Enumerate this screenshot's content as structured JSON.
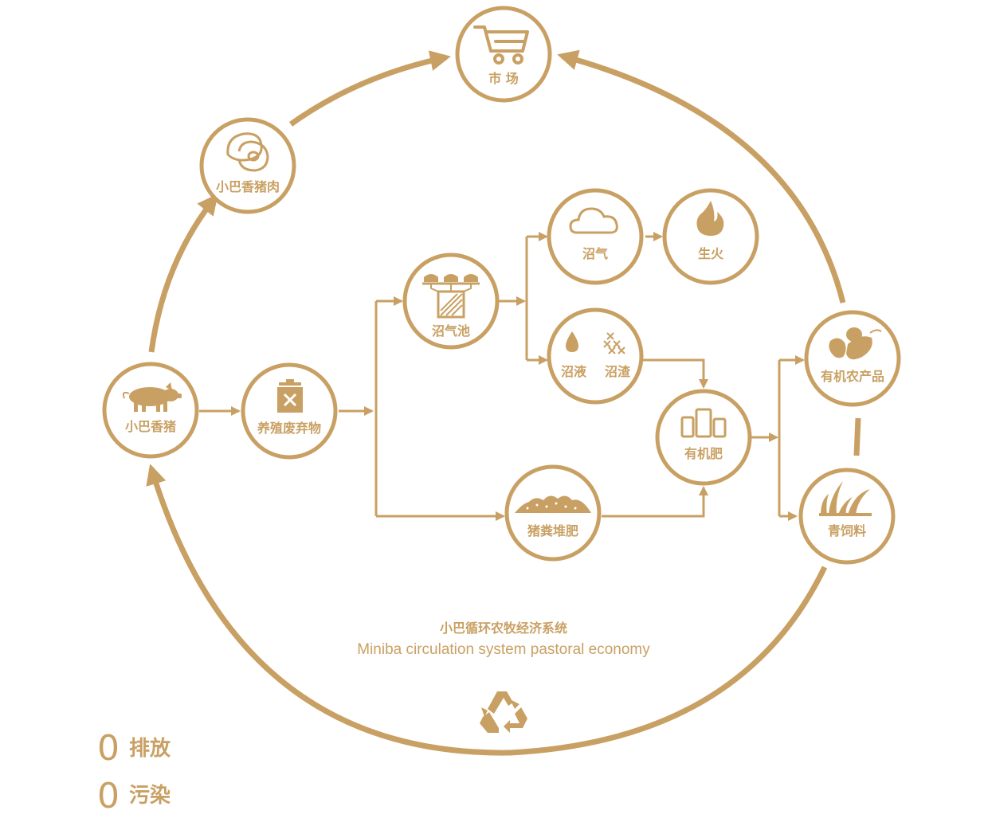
{
  "colors": {
    "gold": "#c9a063",
    "background": "#ffffff"
  },
  "nodes": {
    "market": {
      "label": "市 场",
      "icon": "shopping-cart-icon"
    },
    "pork": {
      "label": "小巴香猪肉",
      "icon": "meat-icon"
    },
    "pig": {
      "label": "小巴香猪",
      "icon": "pig-icon"
    },
    "waste": {
      "label": "养殖废弃物",
      "icon": "trash-bin-icon"
    },
    "digester": {
      "label": "沼气池",
      "icon": "biogas-digester-icon"
    },
    "biogas": {
      "label": "沼气",
      "icon": "cloud-icon"
    },
    "fire": {
      "label": "生火",
      "icon": "flame-icon"
    },
    "slurry": {
      "label": "沼液",
      "icon": "droplet-icon"
    },
    "residue": {
      "label": "沼渣",
      "icon": "residue-icon"
    },
    "organic_fertilizer": {
      "label": "有机肥",
      "icon": "fertilizer-bags-icon"
    },
    "compost": {
      "label": "猪粪堆肥",
      "icon": "compost-pile-icon"
    },
    "organic_produce": {
      "label": "有机农产品",
      "icon": "vegetables-icon"
    },
    "green_feed": {
      "label": "青饲料",
      "icon": "grass-icon"
    }
  },
  "title": {
    "cn": "小巴循环农牧经济系统",
    "en": "Miniba circulation system pastoral economy"
  },
  "recycle_icon": "recycle-icon",
  "zero_stats": [
    {
      "number": "0",
      "label": "排放"
    },
    {
      "number": "0",
      "label": "污染"
    }
  ]
}
